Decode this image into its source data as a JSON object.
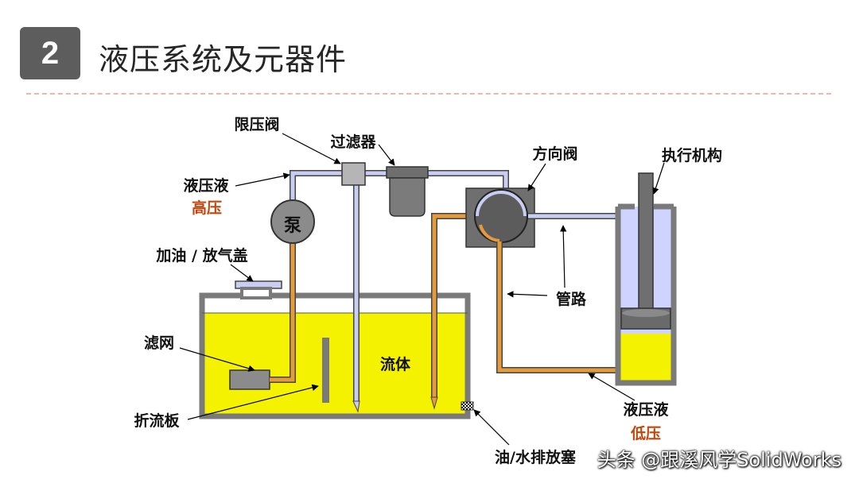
{
  "header": {
    "badge_number": "2",
    "title": "液压系统及元器件"
  },
  "labels": {
    "relief_valve": "限压阀",
    "filter": "过滤器",
    "directional_valve": "方向阀",
    "actuator": "执行机构",
    "hydraulic_fluid_top": "液压液",
    "high_pressure": "高压",
    "pump": "泵",
    "fill_vent_cap": "加油 / 放气盖",
    "screen": "滤网",
    "fluid": "流体",
    "piping": "管路",
    "baffle": "折流板",
    "hydraulic_fluid_bottom": "液压液",
    "low_pressure": "低压",
    "drain": "油/水排放塞"
  },
  "watermark": "头条 @跟溪风学SolidWorks",
  "colors": {
    "badge": "#5d5d5d",
    "fluid_yellow": "#f5f200",
    "high_pressure_line": "#c9cdf2",
    "low_pressure_line": "#e59a3c",
    "component_gray": "#7a7a7a",
    "cylinder_fill": "#cfd3ff",
    "pressure_label_red": "#c4450c"
  }
}
